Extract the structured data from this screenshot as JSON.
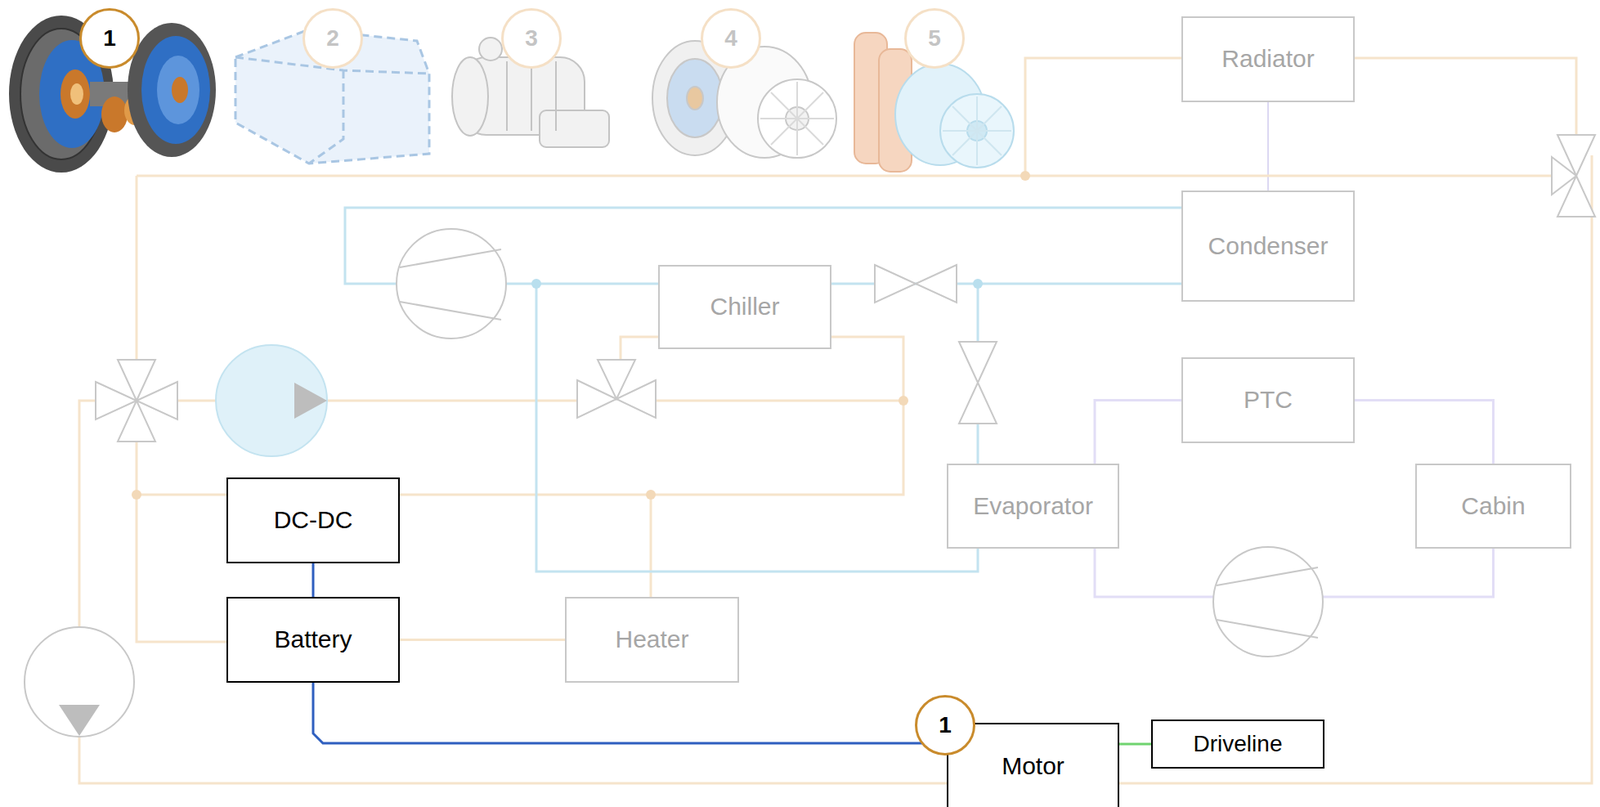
{
  "diagram": {
    "nodes": [
      {
        "text": [
          "Radiator"
        ]
      },
      {
        "text": [
          "Condenser"
        ]
      },
      {
        "text": [
          "Chiller"
        ]
      },
      {
        "text": [
          "PTC"
        ]
      },
      {
        "text": [
          "Evaporator"
        ]
      },
      {
        "text": [
          "Cabin"
        ]
      },
      {
        "text": [
          "DC-DC"
        ]
      },
      {
        "text": [
          "Battery"
        ]
      },
      {
        "text": [
          "Heater"
        ]
      },
      {
        "text": [
          "Motor"
        ]
      },
      {
        "text": [
          "Driveline"
        ]
      }
    ],
    "edges": [
      {
        "from": 6,
        "to": 7,
        "arrow": "none"
      },
      {
        "from": 7,
        "to": 9,
        "arrow": "none"
      },
      {
        "from": 9,
        "to": 10,
        "arrow": "none"
      },
      {
        "from": 0,
        "to": 1,
        "arrow": "none"
      },
      {
        "from": 7,
        "to": 8,
        "arrow": "none"
      },
      {
        "from": 2,
        "to": 1,
        "arrow": "none"
      },
      {
        "from": 4,
        "to": 3,
        "arrow": "none"
      },
      {
        "from": 3,
        "to": 5,
        "arrow": "none"
      },
      {
        "from": 5,
        "to": 4,
        "arrow": "none"
      }
    ],
    "labels": [
      "1",
      "2",
      "3",
      "4",
      "5",
      "1"
    ]
  }
}
